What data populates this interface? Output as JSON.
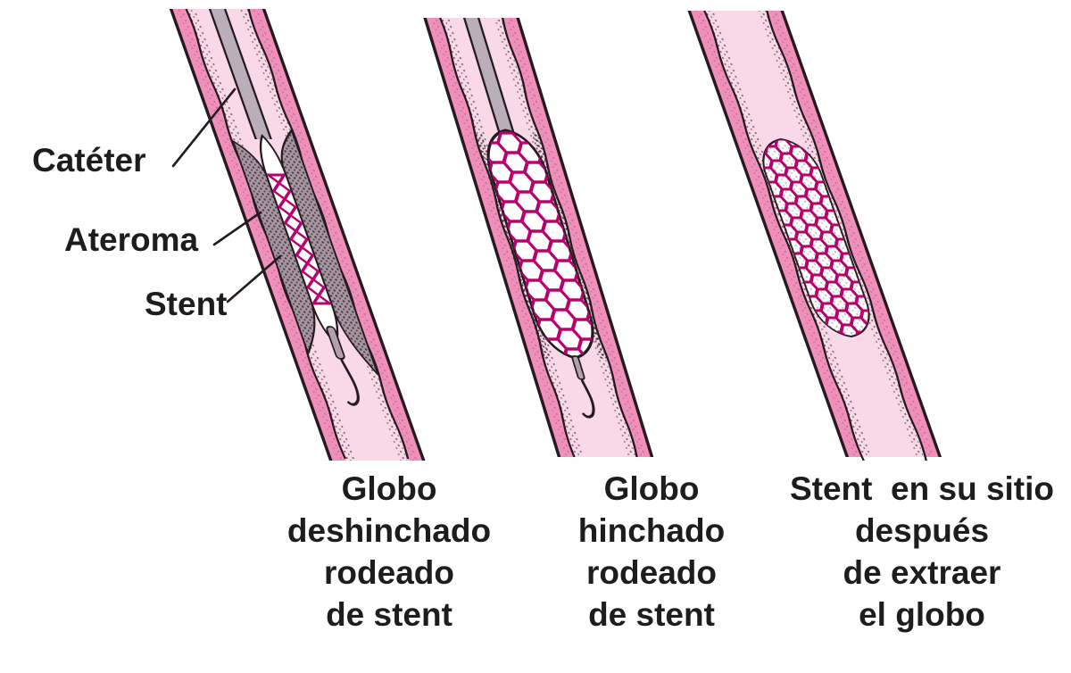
{
  "figure": {
    "description": "Three-stage angioplasty stent placement diagram",
    "labels": {
      "cateter": "Catéter",
      "ateroma": "Ateroma",
      "stent": "Stent"
    },
    "captions": [
      {
        "lines": [
          "Globo",
          "deshinchado",
          "rodeado",
          "de stent"
        ]
      },
      {
        "lines": [
          "Globo",
          "hinchado",
          "rodeado",
          "de stent"
        ]
      },
      {
        "lines": [
          "Stent  en su sitio",
          "después",
          "de extraer",
          "el globo"
        ]
      }
    ],
    "colors": {
      "artery_wall": "#f08fbb",
      "lumen": "#f9d9e8",
      "atheroma": "#a996a3",
      "stent_mesh": "#b8006e",
      "catheter": "#b9aeb9",
      "outline": "#241a20",
      "background": "#ffffff"
    }
  }
}
